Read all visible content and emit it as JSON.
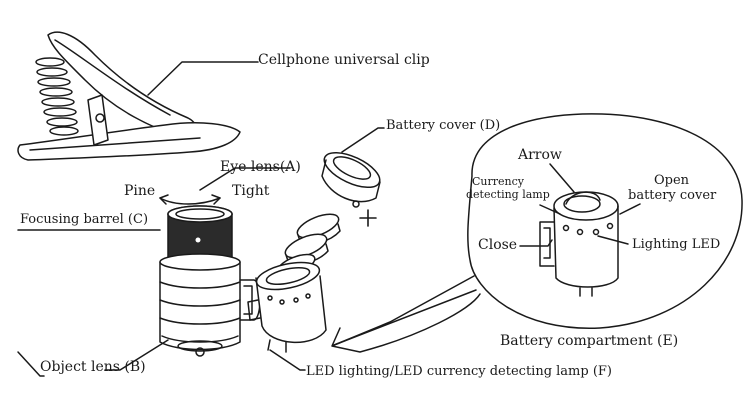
{
  "labels": {
    "clip": "Cellphone universal clip",
    "battery_cover": "Battery cover (D)",
    "eye_lens": "Eye lens(A)",
    "pine": "Pine",
    "tight": "Tight",
    "focusing_barrel": "Focusing barrel (C)",
    "object_lens": "Object lens (B)",
    "led_lamp": "LED lighting/LED currency detecting lamp (F)",
    "plus": "+"
  },
  "callout": {
    "arrow": "Arrow",
    "currency_lamp_line1": "Currency",
    "currency_lamp_line2": "detecting lamp",
    "open_cover_line1": "Open",
    "open_cover_line2": "battery cover",
    "close": "Close",
    "lighting_led": "Lighting LED",
    "title": "Battery compartment (E)"
  },
  "colors": {
    "ink": "#1a1a1a",
    "barrel_fill": "#2b2b2b",
    "background": "#ffffff"
  }
}
